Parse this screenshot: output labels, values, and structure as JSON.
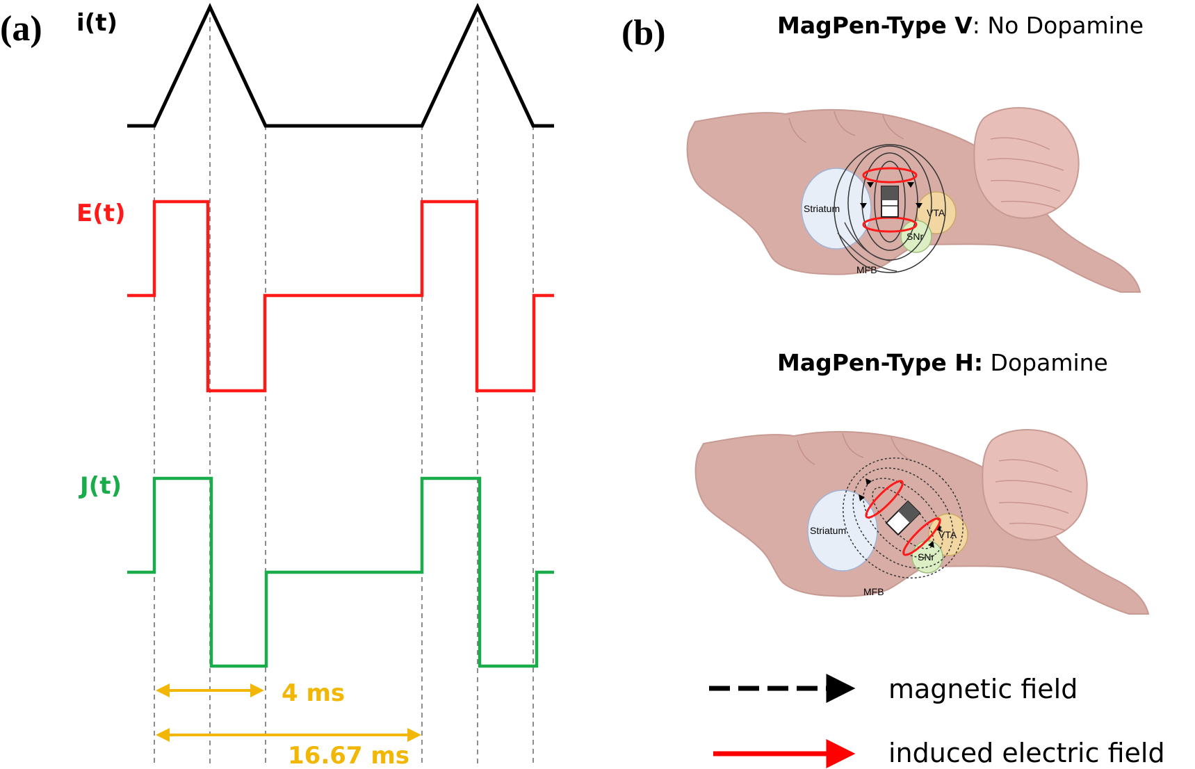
{
  "panel_a": {
    "label": "(a)",
    "signals": [
      {
        "label": "i(t)",
        "color": "#000000",
        "shape": "triangle"
      },
      {
        "label": "E(t)",
        "color": "#ff1a1a",
        "shape": "bipolar-square"
      },
      {
        "label": "J(t)",
        "color": "#1aac4a",
        "shape": "bipolar-square"
      }
    ],
    "durations": [
      {
        "label": "4 ms",
        "value_ms": 4
      },
      {
        "label": "16.67 ms",
        "value_ms": 16.67
      }
    ],
    "duration_color": "#f2b705"
  },
  "panel_b": {
    "label": "(b)",
    "top": {
      "title_bold": "MagPen-Type V",
      "title_rest": ": No Dopamine",
      "regions": {
        "striatum": "Striatum",
        "vta": "VTA",
        "snr": "SNr",
        "mfb": "MFB"
      }
    },
    "bottom": {
      "title_bold": "MagPen-Type H:",
      "title_rest": " Dopamine",
      "regions": {
        "striatum": "Striatum",
        "vta": "VTA",
        "snr": "SNr",
        "mfb": "MFB"
      }
    },
    "legend": [
      {
        "label": "magnetic field",
        "style": "dashed-arrow",
        "color": "#000000"
      },
      {
        "label": "induced electric field",
        "style": "solid-arrow",
        "color": "#ff0000"
      }
    ],
    "colors": {
      "brain": "#d8ada6",
      "brain_outline": "#c79a93",
      "striatum": "#e8eef8",
      "vta": "#f3d7a2",
      "snr": "#dcefc4"
    }
  }
}
